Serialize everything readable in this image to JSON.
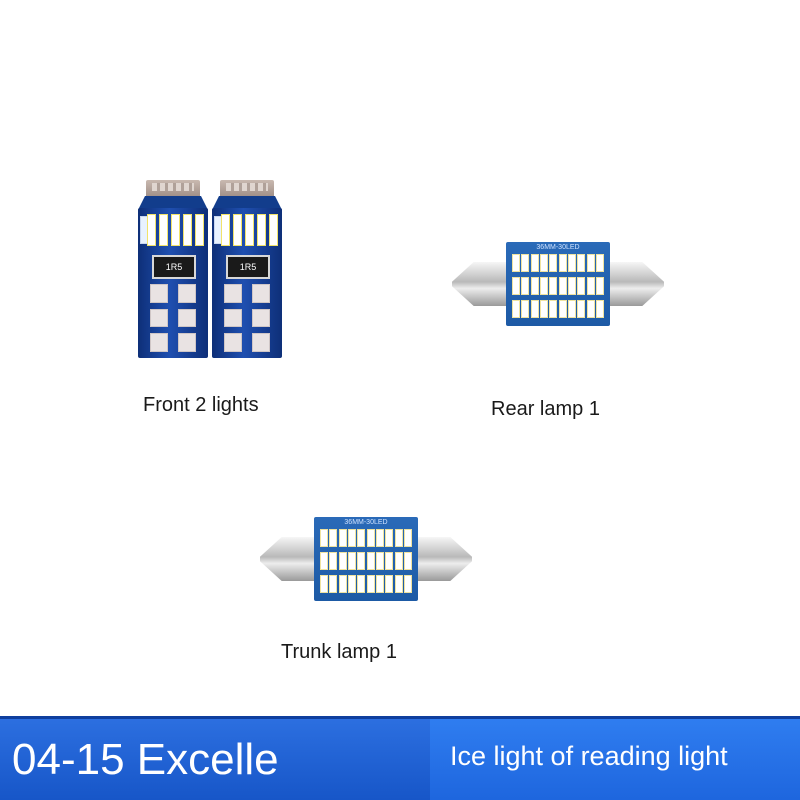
{
  "products": [
    {
      "caption": "Front 2 lights",
      "chip_text": "1R5"
    },
    {
      "caption": "Rear lamp 1",
      "board_marking": "36MM-30LED"
    },
    {
      "caption": "Trunk lamp 1",
      "board_marking": "36MM-30LED"
    }
  ],
  "banner": {
    "title": "04-15 Excelle",
    "subtitle": "Ice light of reading light"
  }
}
